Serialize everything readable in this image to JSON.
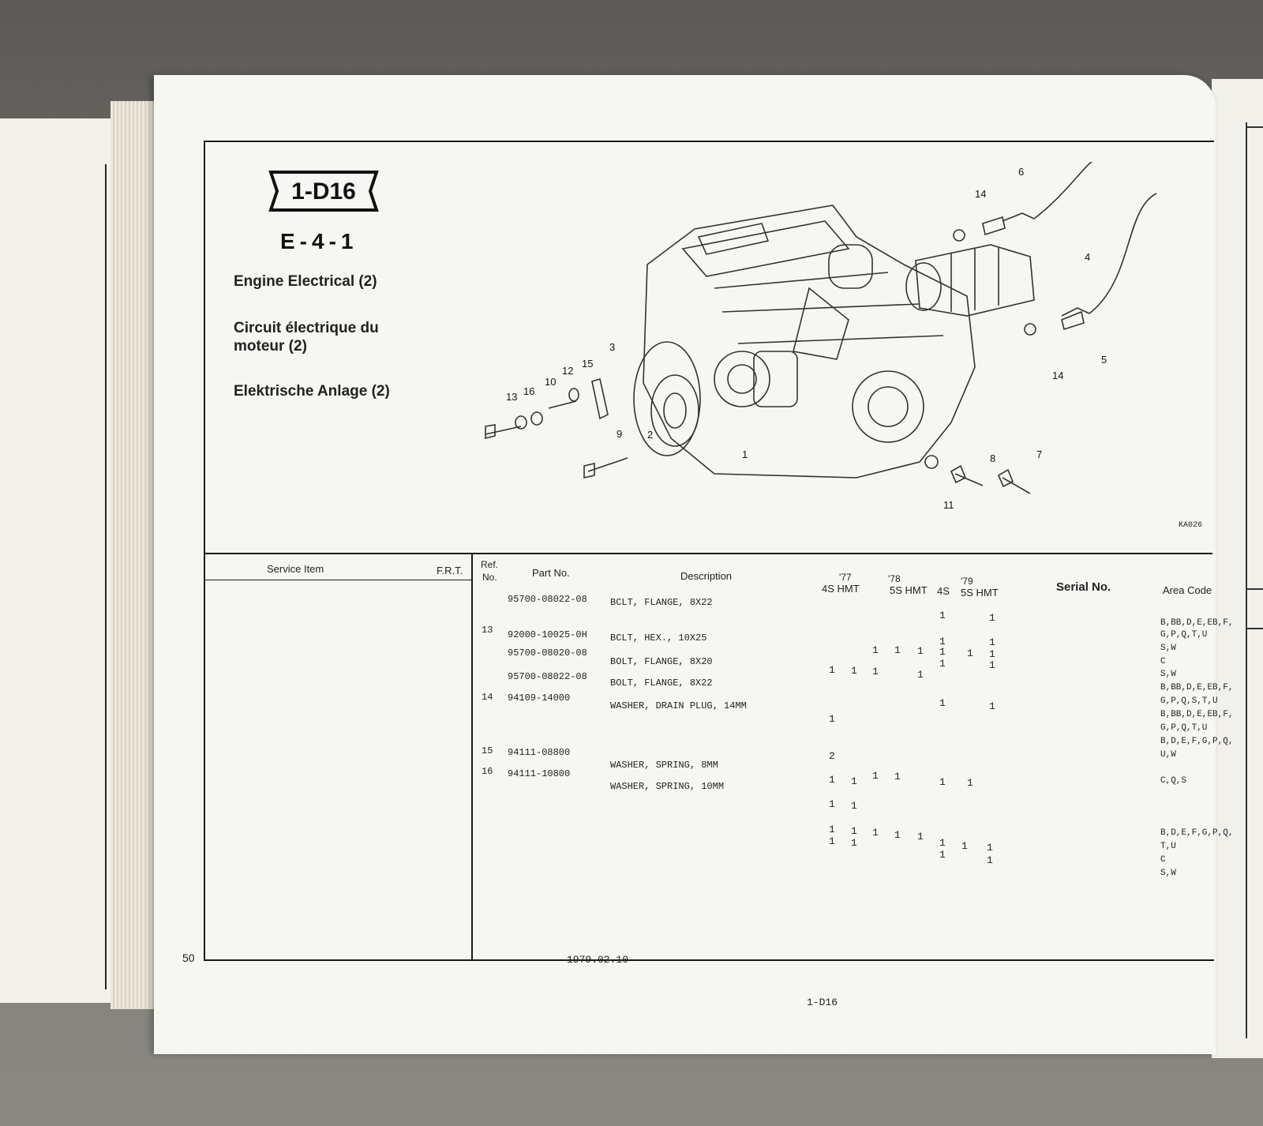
{
  "page": {
    "badge": "1-D16",
    "section": "E-4-1",
    "titles": [
      "Engine Electrical (2)",
      "Circuit électrique du",
      "moteur (2)",
      "Elektrische Anlage (2)"
    ],
    "page_number": "50",
    "footer_date": "1979.02.10",
    "footer_code": "1-D16",
    "figure_code": "KA026"
  },
  "table": {
    "headers": {
      "service_item": "Service Item",
      "frt": "F.R.T.",
      "ref": "Ref.",
      "ref2": "No.",
      "part_no": "Part No.",
      "description": "Description",
      "y77": "'77",
      "y77b": "4S HMT",
      "y78": "'78",
      "y78b": "5S HMT",
      "y78c": "4S",
      "y79": "'79",
      "y79b": "5S HMT",
      "serial": "Serial No.",
      "area": "Area Code"
    },
    "rows": [
      {
        "ref": "",
        "part": "95700-08022-08",
        "desc": "BCLT, FLANGE, 8X22"
      },
      {
        "ref": "13",
        "part": "92000-10025-0H",
        "desc": "BCLT, HEX., 10X25"
      },
      {
        "ref": "",
        "part": "95700-08020-08",
        "desc": "BOLT, FLANGE, 8X20"
      },
      {
        "ref": "",
        "part": "95700-08022-08",
        "desc": "BOLT, FLANGE, 8X22"
      },
      {
        "ref": "14",
        "part": "94109-14000",
        "desc": "WASHER, DRAIN PLUG, 14MM"
      },
      {
        "ref": "15",
        "part": "94111-08800",
        "desc": "WASHER, SPRING, 8MM"
      },
      {
        "ref": "16",
        "part": "94111-10800",
        "desc": "WASHER, SPRING, 10MM"
      }
    ],
    "area_codes": [
      "B,BB,D,E,EB,F,",
      "G,P,Q,T,U",
      "S,W",
      "C",
      "S,W",
      "B,BB,D,E,EB,F,",
      "G,P,Q,S,T,U",
      "B,BB,D,E,EB,F,",
      "G,P,Q,T,U",
      "B,D,E,F,G,P,Q,",
      "U,W",
      "C,Q,S",
      "B,D,E,F,G,P,Q,",
      "T,U",
      "C",
      "S,W"
    ],
    "qty_mark": "1",
    "qty_two": "2"
  },
  "callouts": [
    "1",
    "2",
    "3",
    "4",
    "5",
    "6",
    "7",
    "8",
    "9",
    "10",
    "11",
    "12",
    "13",
    "14",
    "14",
    "15",
    "16"
  ]
}
